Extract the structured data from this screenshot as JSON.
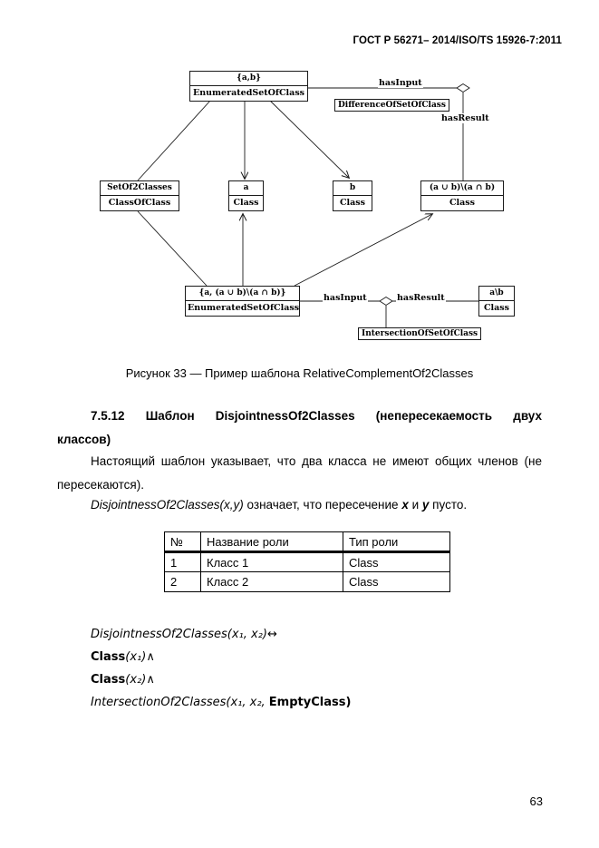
{
  "doc": {
    "header": "ГОСТ Р 56271– 2014/ISO/TS 15926-7:2011",
    "page_number": "63"
  },
  "diagram": {
    "caption": "Рисунок 33 — Пример шаблона RelativeComplementOf2Classes",
    "nodes": {
      "enum_top": {
        "title": "{a,b}",
        "classifier": "EnumeratedSetOfClass"
      },
      "set_of_2_classes": {
        "title": "SetOf2Classes",
        "classifier": "ClassOfClass"
      },
      "a": {
        "title": "a",
        "classifier": "Class"
      },
      "b": {
        "title": "b",
        "classifier": "Class"
      },
      "sym_diff": {
        "title": "(a ∪ b)\\(a ∩ b)",
        "classifier": "Class"
      },
      "enum_bottom": {
        "title": "{a, (a ∪ b)\\(a ∩ b)}",
        "classifier": "EnumeratedSetOfClass"
      },
      "result": {
        "title": "a\\b",
        "classifier": "Class"
      }
    },
    "labels": {
      "has_input_top": "hasInput",
      "has_result_top": "hasResult",
      "difference_box": "DifferenceOfSetOfClass",
      "has_input_bottom": "hasInput",
      "has_result_bottom": "hasResult",
      "intersection_box": "IntersectionOfSetOfClass"
    }
  },
  "section": {
    "heading_line1": "7.5.12 Шаблон DisjointnessOf2Classes (непересекаемость двух",
    "heading_line2": "классов)",
    "para1_line1": "Настоящий шаблон указывает, что два класса не имеют общих членов (не",
    "para1_line2": "пересекаются).",
    "definition": {
      "seg1": "DisjointnessOf2Classes(x,y)",
      "seg2": " означает, что пересечение ",
      "seg3": "x",
      "seg4": " и ",
      "seg5": "y",
      "seg6": " пусто."
    }
  },
  "table": {
    "headers": [
      "№",
      "Название роли",
      "Тип роли"
    ],
    "rows": [
      {
        "num": "1",
        "name": "Класс 1",
        "type": "Class"
      },
      {
        "num": "2",
        "name": "Класс 2",
        "type": "Class"
      }
    ]
  },
  "formulas": {
    "line1": "DisjointnessOf2Classes(x₁, x₂)↔",
    "line2_b": "Class",
    "line2_i": "(x₁)",
    "line2_n": "∧",
    "line3_b": "Class",
    "line3_i": "(x₂)",
    "line3_n": "∧",
    "line4_i": "IntersectionOf2Classes(x₁, x₂, ",
    "line4_b": "EmptyClass)"
  }
}
